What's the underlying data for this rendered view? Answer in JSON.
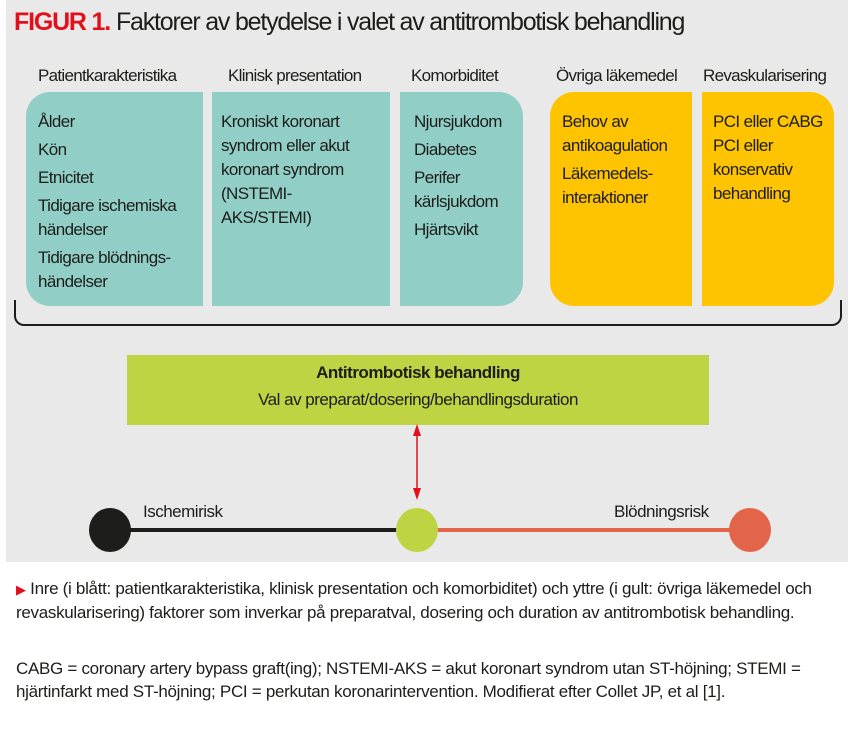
{
  "figure": {
    "label": "FIGUR 1.",
    "title": "Faktorer av betydelse i valet av antitrombotisk behandling"
  },
  "columns": [
    {
      "header": "Patientkarakteristika",
      "items": [
        "Ålder",
        "Kön",
        "Etnicitet",
        "Tidigare ischemiska händelser",
        "Tidigare blödnings-händelser"
      ]
    },
    {
      "header": "Klinisk presentation",
      "items": [
        "Kroniskt koronart syndrom eller akut koronart syndrom (NSTEMI-AKS/STEMI)"
      ]
    },
    {
      "header": "Komorbiditet",
      "items": [
        "Njursjukdom",
        "Diabetes",
        "Perifer kärlsjukdom",
        "Hjärtsvikt"
      ]
    },
    {
      "header": "Övriga läkemedel",
      "items": [
        "Behov av antikoagulation",
        "Läkemedels-interaktioner"
      ]
    },
    {
      "header": "Revaskularisering",
      "items": [
        "PCI eller CABG",
        "PCI eller konservativ behandling"
      ]
    }
  ],
  "treatment": {
    "title": "Antitrombotisk behandling",
    "subtitle": "Val av preparat/dosering/behandlingsduration"
  },
  "balance": {
    "left_label": "Ischemirisk",
    "right_label": "Blödningsrisk"
  },
  "colors": {
    "inner": "#91cfc6",
    "outer": "#fec301",
    "treatment": "#bfd443",
    "bleeding": "#e2654a",
    "accent": "#e3101b"
  },
  "caption": {
    "marker": "▶",
    "text": "Inre (i blått: patientkarakteristika, klinisk presentation och komorbiditet) och yttre (i gult: övriga läkemedel och revaskularisering) faktorer som inverkar på preparatval, dosering och duration av antitrombotisk behandling.",
    "abbreviations": "CABG = coronary artery bypass graft(ing); NSTEMI-AKS = akut koronart syndrom utan ST-höjning; STEMI = hjärtinfarkt med ST-höjning; PCI = perkutan koronarintervention. Modifierat efter Collet JP, et al [1]."
  }
}
